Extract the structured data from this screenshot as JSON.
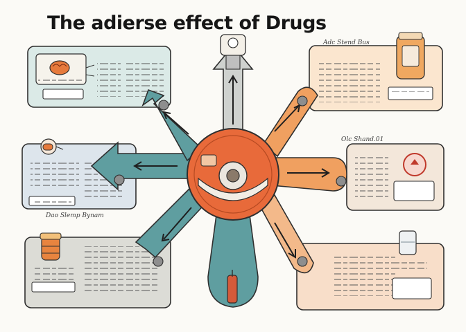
{
  "title": "The adierse effect of Drugs",
  "labels": {
    "top_right": "Adc Stend Bus",
    "mid_right": "Olc Shand.01",
    "bottom_left": "Dao Slemp Bynam"
  },
  "colors": {
    "teal": "#5f9ea0",
    "teal_light": "#dcebe8",
    "orange": "#e8763f",
    "orange_light": "#f3c8a0",
    "peach": "#fbe6cf",
    "blue_grey": "#dde5ec",
    "grey": "#cfd2cf",
    "outline": "#2f2f2f",
    "hub": "#e86a3a"
  },
  "icons": [
    "brain-pill-icon",
    "pill-capsule-icon",
    "pill-bottle-icon",
    "jar-icon",
    "warning-icon",
    "glass-icon",
    "person-icon",
    "syringe-icon"
  ]
}
